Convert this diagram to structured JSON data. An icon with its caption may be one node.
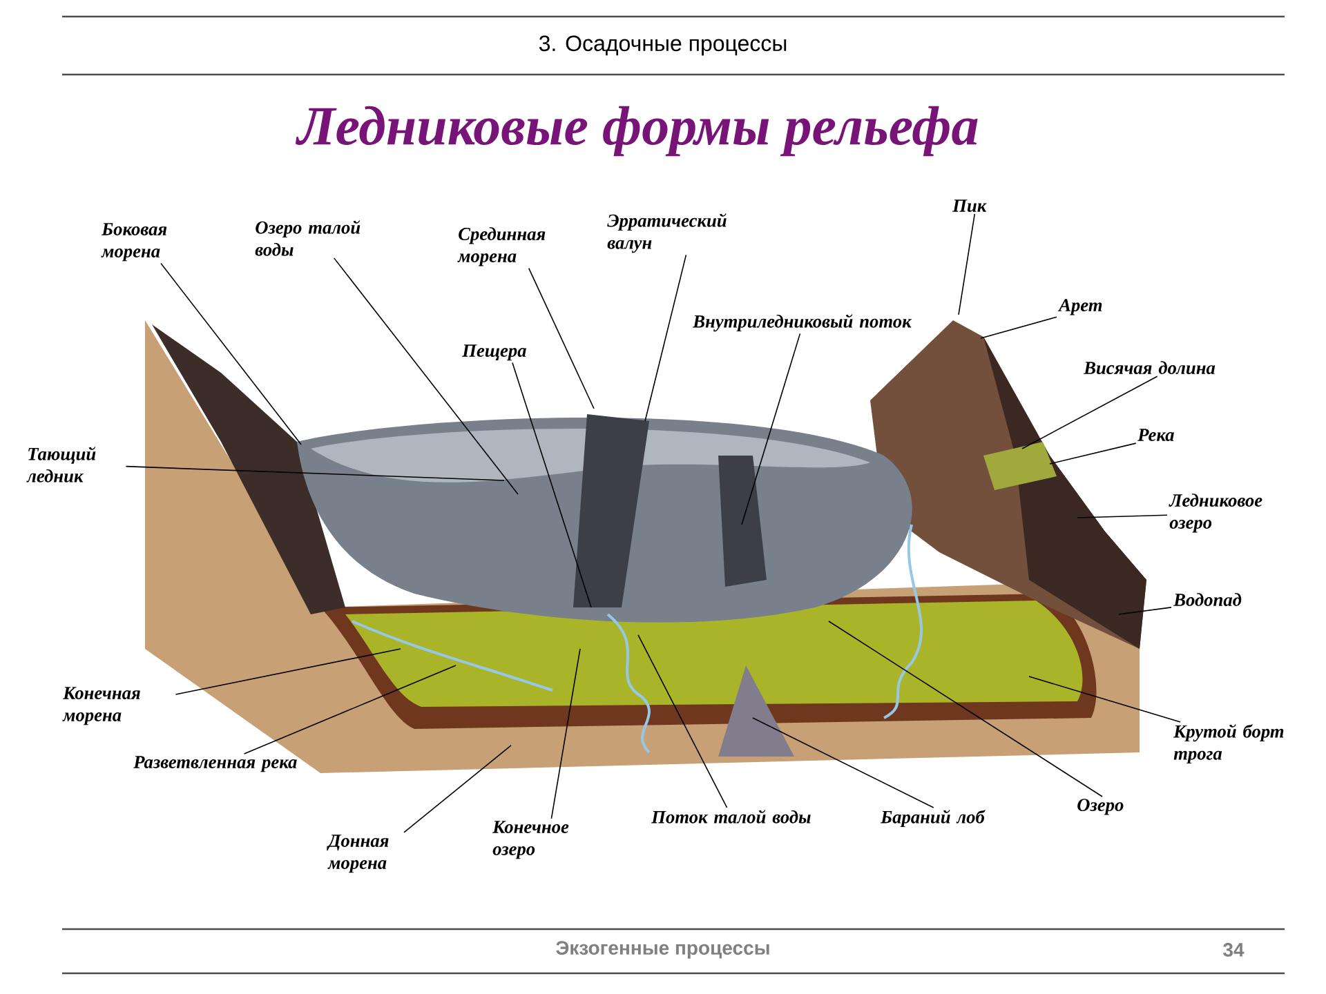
{
  "diagram": {
    "title": "Ледниковые формы рельефа",
    "nodes": [
      {
        "text": [
          "Боковая морена"
        ]
      },
      {
        "text": [
          "Озеро талой воды"
        ]
      },
      {
        "text": [
          "Срединная морена"
        ]
      },
      {
        "text": [
          "Эрратический валун"
        ]
      },
      {
        "text": [
          "Пик"
        ]
      },
      {
        "text": [
          "Арет"
        ]
      },
      {
        "text": [
          "Внутриледниковый поток"
        ]
      },
      {
        "text": [
          "Пещера"
        ]
      },
      {
        "text": [
          "Висячая долина"
        ]
      },
      {
        "text": [
          "Река"
        ]
      },
      {
        "text": [
          "Тающий ледник"
        ]
      },
      {
        "text": [
          "Ледниковое озеро"
        ]
      },
      {
        "text": [
          "Водопад"
        ]
      },
      {
        "text": [
          "Конечная морена"
        ]
      },
      {
        "text": [
          "Крутой борт трога"
        ]
      },
      {
        "text": [
          "Разветвленная река"
        ]
      },
      {
        "text": [
          "Озеро"
        ]
      },
      {
        "text": [
          "Бараний лоб"
        ]
      },
      {
        "text": [
          "Поток талой воды"
        ]
      },
      {
        "text": [
          "Конечное озеро"
        ]
      },
      {
        "text": [
          "Донная морена"
        ]
      }
    ],
    "edges": [
      {
        "from": 0,
        "to": null,
        "arrow": "none"
      },
      {
        "from": 1,
        "to": null,
        "arrow": "none"
      },
      {
        "from": 2,
        "to": null,
        "arrow": "none"
      },
      {
        "from": 3,
        "to": null,
        "arrow": "none"
      },
      {
        "from": 4,
        "to": null,
        "arrow": "none"
      },
      {
        "from": 5,
        "to": null,
        "arrow": "none"
      },
      {
        "from": 6,
        "to": null,
        "arrow": "none"
      },
      {
        "from": 7,
        "to": null,
        "arrow": "none"
      },
      {
        "from": 8,
        "to": null,
        "arrow": "none"
      },
      {
        "from": 9,
        "to": null,
        "arrow": "none"
      },
      {
        "from": 10,
        "to": null,
        "arrow": "none"
      },
      {
        "from": 11,
        "to": null,
        "arrow": "none"
      },
      {
        "from": 12,
        "to": null,
        "arrow": "none"
      },
      {
        "from": 13,
        "to": null,
        "arrow": "none"
      },
      {
        "from": 14,
        "to": null,
        "arrow": "none"
      },
      {
        "from": 15,
        "to": null,
        "arrow": "none"
      },
      {
        "from": 16,
        "to": null,
        "arrow": "none"
      },
      {
        "from": 17,
        "to": null,
        "arrow": "none"
      },
      {
        "from": 18,
        "to": null,
        "arrow": "none"
      },
      {
        "from": 19,
        "to": null,
        "arrow": "none"
      },
      {
        "from": 20,
        "to": null,
        "arrow": "none"
      }
    ],
    "labels": [
      "3. Осадочные процессы",
      "Экзогенные процессы",
      "34"
    ]
  }
}
